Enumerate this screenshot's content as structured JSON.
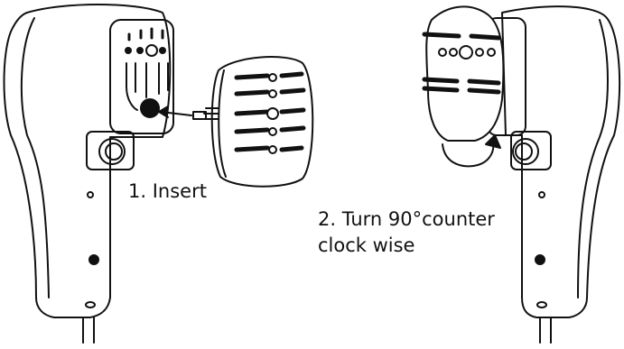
{
  "steps": [
    {
      "label": "1. Insert"
    },
    {
      "label": "2. Turn 90°counter",
      "label_line2": "clock wise"
    }
  ],
  "colors": {
    "ink": "#111111",
    "background": "#ffffff"
  }
}
